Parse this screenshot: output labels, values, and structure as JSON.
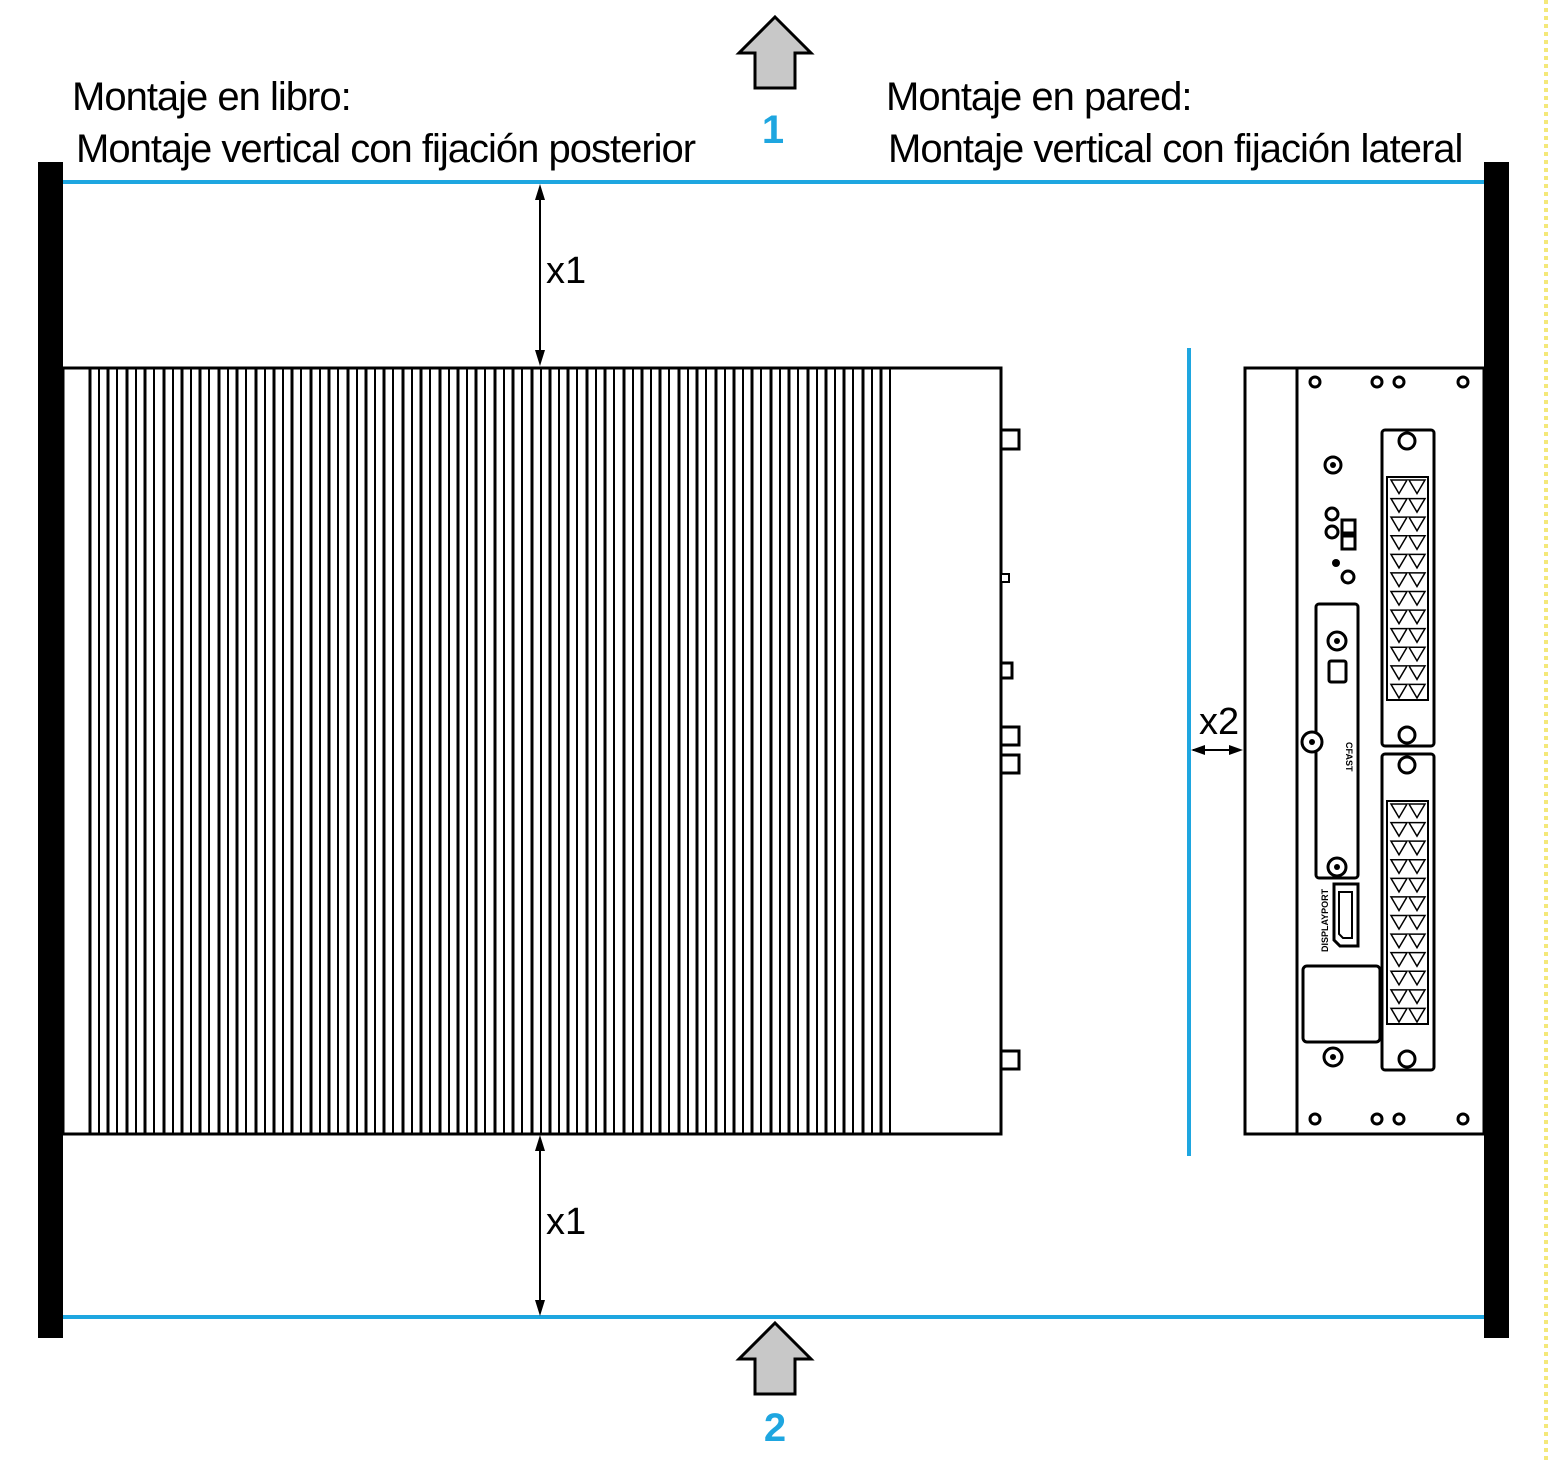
{
  "colors": {
    "accent_blue": "#1ea6e0",
    "line": "#000000",
    "arrow_fill": "#c8c8c8",
    "edge_dots": "#f4e87a"
  },
  "labels": {
    "book_mount_title": "Montaje en libro:",
    "book_mount_desc": "Montaje vertical con fijación posterior",
    "wall_mount_title": "Montaje en pared:",
    "wall_mount_desc": "Montaje vertical con fijación lateral",
    "marker_top": "1",
    "marker_bottom": "2",
    "dim_top": "x1",
    "dim_bottom": "x1",
    "dim_side": "x2"
  },
  "port_labels": {
    "cfast": "CFAST",
    "displayport": "DISPLAYPORT"
  },
  "icons": {
    "top_arrow": "up-arrow-icon",
    "bottom_arrow": "up-arrow-icon"
  }
}
